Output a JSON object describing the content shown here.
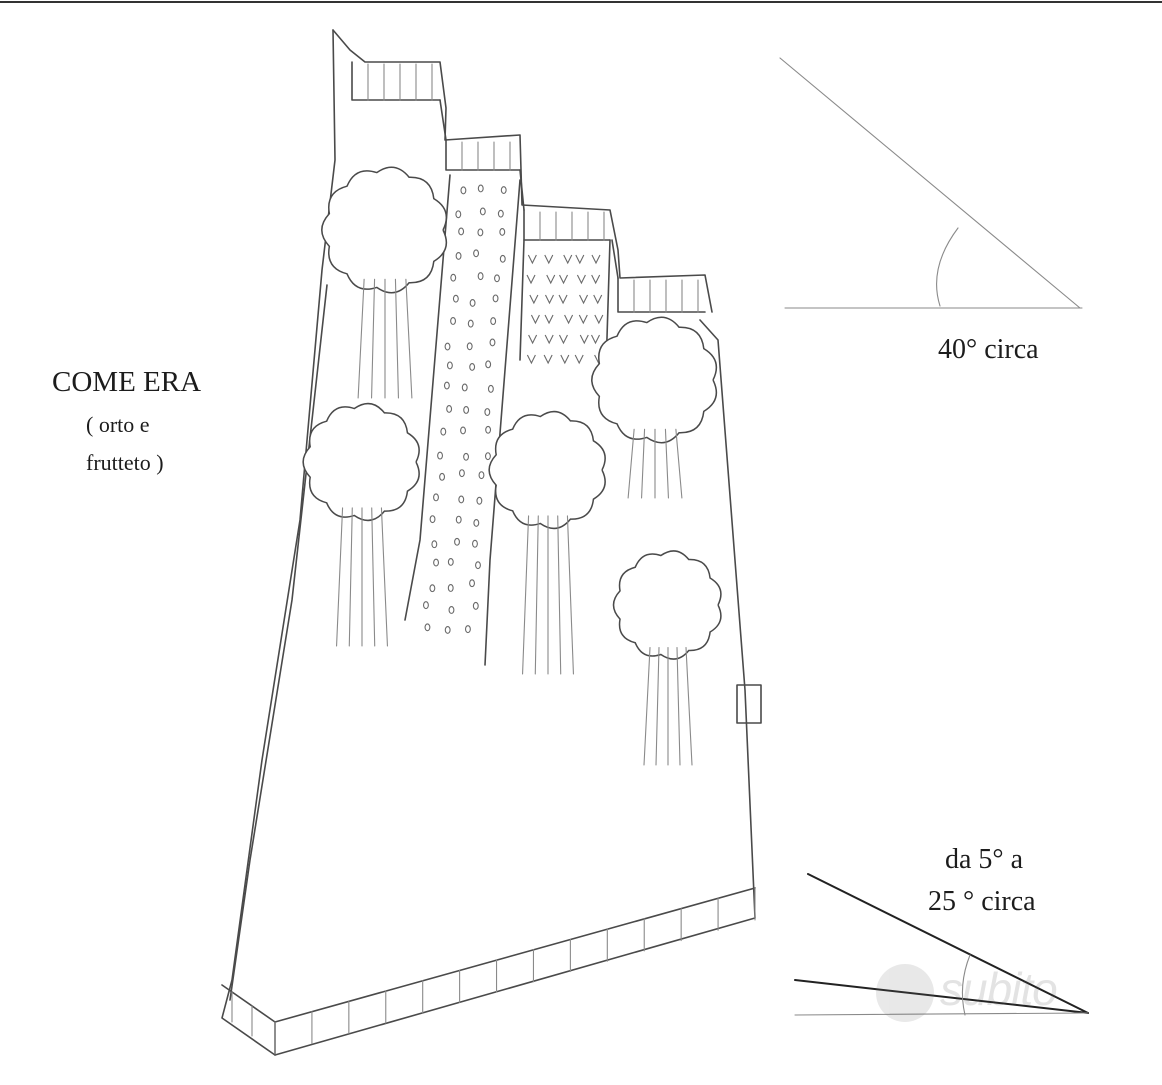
{
  "labels": {
    "before_title": "COME ERA",
    "before_sub_1": "( orto e",
    "before_sub_2": "frutteto )",
    "steep_angle": "40° circa",
    "gentle_range_1": "da 5° a",
    "gentle_range_2": "25 ° circa"
  },
  "watermark": {
    "text": "subito"
  }
}
